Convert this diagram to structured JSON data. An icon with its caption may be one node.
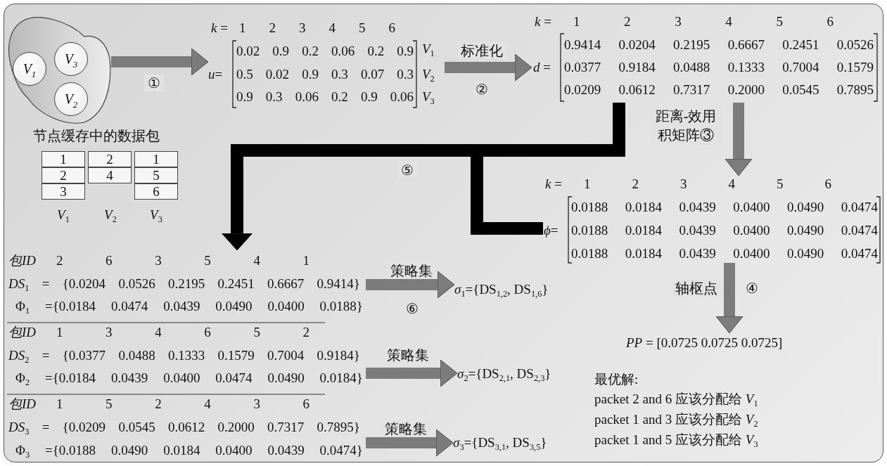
{
  "diagram": {
    "nodes": [
      {
        "text": [],
        "shape": "cloud",
        "beside": [
          "节点缓存中的数据包"
        ]
      },
      {
        "text": [
          "*V*$_{1}$"
        ],
        "in": 0
      },
      {
        "text": [
          "*V*$_{3}$"
        ],
        "in": 0
      },
      {
        "text": [
          "*V*$_{2}$"
        ],
        "in": 0
      },
      {
        "text": [
          "*k* =",
          "1 2 3 4 5 6",
          "*u*=",
          "0.02 0.9 0.2 0.06 0.2 0.9",
          "0.5 0.02 0.9 0.3 0.07 0.3",
          "0.9 0.3 0.06 0.2 0.9 0.06",
          "*V*$_{1}$",
          "*V*$_{2}$",
          "*V*$_{3}$"
        ]
      },
      {
        "text": [
          "*k* =",
          "1 2 3 4 5 6",
          "*d* =",
          "0.9414 0.0204 0.2195 0.6667 0.2451 0.0526",
          "0.0377 0.9184 0.0488 0.1333 0.7004 0.1579",
          "0.0209 0.0612 0.7317 0.2000 0.0545 0.7895"
        ]
      },
      {
        "text": [
          "*k* =",
          "1 2 3 4 5 6",
          "*ϕ*=",
          "0.0188 0.0184 0.0439 0.0400 0.0490 0.0474",
          "0.0188 0.0184 0.0439 0.0400 0.0490 0.0474",
          "0.0188 0.0184 0.0439 0.0400 0.0490 0.0474"
        ]
      },
      {
        "text": [
          "*PP* = [0.0725 0.0725 0.0725]"
        ]
      },
      {
        "text": [
          "包ID",
          "2 6 3 5 4 1",
          "*DS*$_{1}$ = {0.0204 0.0526 0.2195 0.2451 0.6667 0.9414}",
          "Φ$_{1}$ ={0.0184 0.0474 0.0439 0.0490 0.0400 0.0188}"
        ]
      },
      {
        "text": [
          "包ID",
          "1 3 4 6 5 2",
          "*DS*$_{2}$ = {0.0377 0.0488 0.1333 0.1579 0.7004 0.9184}",
          "Φ$_{2}$ ={0.0184 0.0439 0.0400 0.0474 0.0490 0.0184}"
        ]
      },
      {
        "text": [
          "包ID",
          "1 5 2 4 3 6",
          "*DS*$_{3}$ = {0.0209 0.0545 0.0612 0.2000 0.7317 0.7895}",
          "Φ$_{3}$ ={0.0188 0.0490 0.0184 0.0400 0.0439 0.0474}"
        ]
      },
      {
        "text": [
          "*σ*$_{1}$={DS$_{1,2}$, DS$_{1,6}$}"
        ]
      },
      {
        "text": [
          "*σ*$_{2}$={DS$_{2,1}$, DS$_{2,3}$}"
        ]
      },
      {
        "text": [
          "*σ*$_{3}$={DS$_{3,1}$, DS$_{3,5}$}"
        ]
      }
    ],
    "edges": [
      {
        "from": 0,
        "to": 4,
        "arrow": "to",
        "label": "①"
      },
      {
        "from": 4,
        "to": 5,
        "arrow": "to",
        "label": "标准化"
      },
      {
        "from": 5,
        "to": 6,
        "arrow": "to",
        "label": "距离-效用积矩阵③"
      },
      {
        "from": 6,
        "to": 7,
        "arrow": "to",
        "label": "轴枢点"
      },
      {
        "from": 5,
        "to": 8,
        "arrow": "to",
        "label": "⑤",
        "color": "#000000"
      },
      {
        "from": 6,
        "to": 8,
        "arrow": "to",
        "color": "#000000"
      },
      {
        "from": 8,
        "to": 11,
        "arrow": "to",
        "label": "策略集"
      },
      {
        "from": 9,
        "to": 12,
        "arrow": "to",
        "label": "策略集"
      },
      {
        "from": 10,
        "to": 13,
        "arrow": "to",
        "label": "策略集"
      }
    ],
    "labels": [
      "②",
      "④",
      "⑥",
      "1",
      "2",
      "1",
      "2",
      "4",
      "5",
      "3",
      "6",
      "*V*$_{1}$",
      "*V*$_{2}$",
      "*V*$_{3}$",
      "最优解:",
      "packet 2 and 6 应该分配给 *V*$_{1}$",
      "packet 1 and 3 应该分配给 *V*$_{2}$",
      "packet 1 and 5 应该分配给 *V*$_{3}$"
    ]
  }
}
